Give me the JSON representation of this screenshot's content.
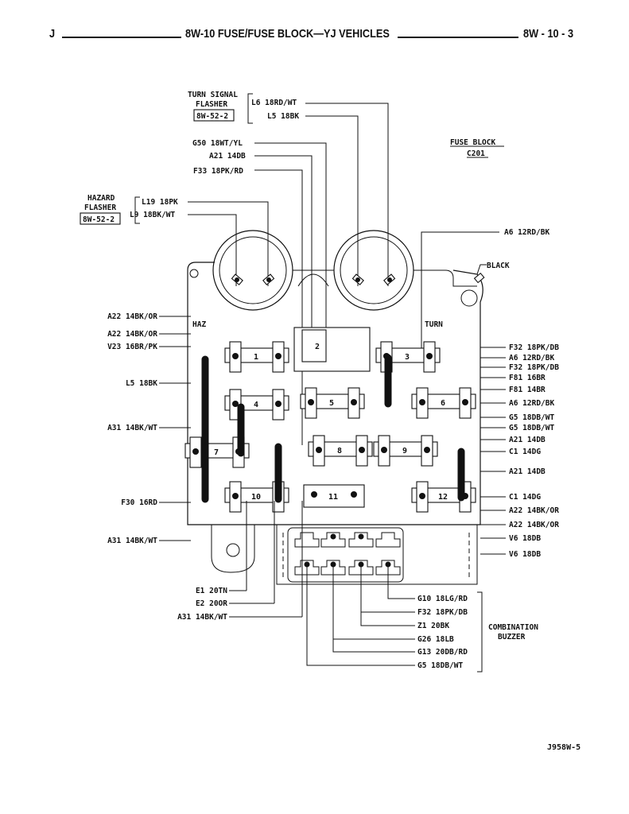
{
  "header": {
    "section_letter": "J",
    "title": "8W-10 FUSE/FUSE BLOCK—YJ VEHICLES",
    "page_number": "8W - 10 - 3"
  },
  "diagram": {
    "title_line1": "FUSE BLOCK",
    "title_line2": "C201",
    "turn_signal_flasher": {
      "name_line1": "TURN SIGNAL",
      "name_line2": "FLASHER",
      "ref": "8W-52-2",
      "wires": [
        "L6 18RD/WT",
        "L5 18BK"
      ]
    },
    "hazard_flasher": {
      "name_line1": "HAZARD",
      "name_line2": "FLASHER",
      "ref": "8W-52-2",
      "wires": [
        "L19 18PK",
        "L9 18BK/WT"
      ]
    },
    "top_wires": [
      "G50 18WT/YL",
      "A21 14DB",
      "F33 18PK/RD"
    ],
    "connector_labels": {
      "black": "BLACK",
      "haz": "HAZ",
      "turn": "TURN"
    },
    "left_wires": [
      "A22 14BK/OR",
      "A22 14BK/OR",
      "V23 16BR/PK",
      "L5 18BK",
      "A31 14BK/WT",
      "F30 16RD",
      "A31 14BK/WT"
    ],
    "right_wires": [
      "A6 12RD/BK",
      "F32 18PK/DB",
      "A6 12RD/BK",
      "F32 18PK/DB",
      "F81 16BR",
      "F81 14BR",
      "A6 12RD/BK",
      "G5 18DB/WT",
      "G5 18DB/WT",
      "A21 14DB",
      "C1 14DG",
      "A21 14DB",
      "C1 14DG",
      "A22 14BK/OR",
      "A22 14BK/OR",
      "V6 18DB",
      "V6 18DB"
    ],
    "bottom_left_wires": [
      "E1 20TN",
      "E2 20OR",
      "A31 14BK/WT"
    ],
    "buzzer_wires": [
      "G10 18LG/RD",
      "F32 18PK/DB",
      "Z1 20BK",
      "G26 18LB",
      "G13 20DB/RD",
      "G5 18DB/WT"
    ],
    "buzzer_label_line1": "COMBINATION",
    "buzzer_label_line2": "BUZZER",
    "fuses": [
      "1",
      "2",
      "3",
      "4",
      "5",
      "6",
      "7",
      "8",
      "9",
      "10",
      "11",
      "12"
    ]
  },
  "footer": {
    "figure_id": "J958W-5"
  }
}
